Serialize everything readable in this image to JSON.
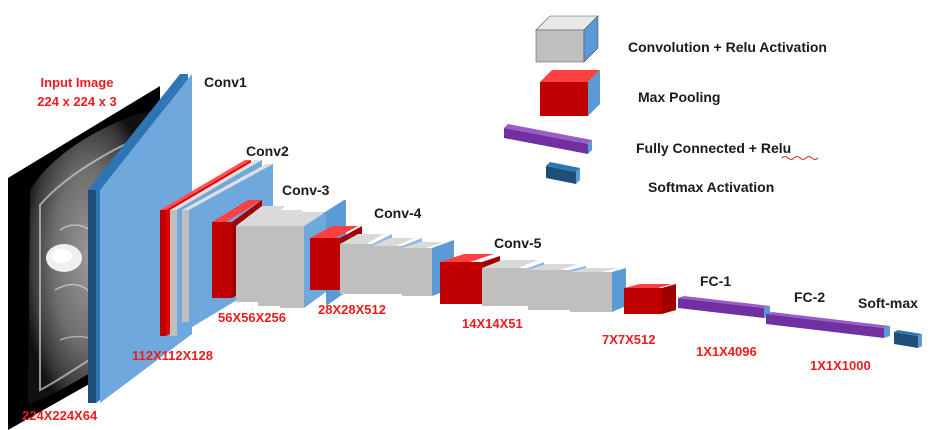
{
  "input": {
    "title": "Input Image",
    "size": "224 x 224 x 3"
  },
  "layers": {
    "conv1": "Conv1",
    "conv2": "Conv2",
    "conv3": "Conv-3",
    "conv4": "Conv-4",
    "conv5": "Conv-5",
    "fc1": "FC-1",
    "fc2": "FC-2",
    "softmax": "Soft-max"
  },
  "dims": {
    "d1": "224X224X64",
    "d2": "112X112X128",
    "d3": "56X56X256",
    "d4": "28X28X512",
    "d5": "14X14X51",
    "d6": "7X7X512",
    "d7": "1X1X4096",
    "d8": "1X1X1000"
  },
  "legend": {
    "conv": "Convolution  + Relu Activation",
    "pool": "Max Pooling",
    "fc_a": "Fully  Connected  + ",
    "fc_b": "Relu",
    "softmax": "Softmax  Activation"
  },
  "colors": {
    "conv_front": "#bfbfbf",
    "conv_top": "#d9d9d9",
    "conv_side": "#5b9bd5",
    "pool_front": "#c00000",
    "pool_side": "#5b9bd5",
    "fc": "#7030a0",
    "softmax": "#1f4e79",
    "blue_face": "#6fa8dc",
    "label_red": "#ee1c1c"
  }
}
